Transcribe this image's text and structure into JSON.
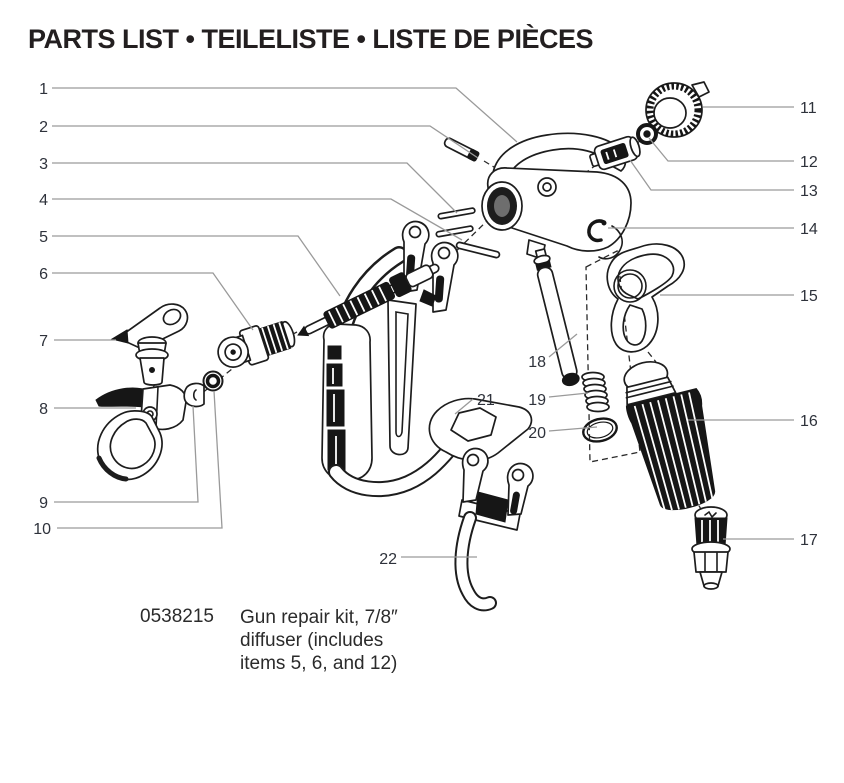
{
  "title": "PARTS LIST • TEILELISTE • LISTE DE PIÈCES",
  "callouts": {
    "c1": "1",
    "c2": "2",
    "c3": "3",
    "c4": "4",
    "c5": "5",
    "c6": "6",
    "c7": "7",
    "c8": "8",
    "c9": "9",
    "c10": "10",
    "c11": "11",
    "c12": "12",
    "c13": "13",
    "c14": "14",
    "c15": "15",
    "c16": "16",
    "c17": "17",
    "c18": "18",
    "c19": "19",
    "c20": "20",
    "c21": "21",
    "c22": "22"
  },
  "note": {
    "part_number": "0538215",
    "line1": "Gun repair kit, 7/8″",
    "line2": "diffuser (includes",
    "line3": "items 5, 6, and 12)"
  },
  "colors": {
    "line_art": "#1d1d1d",
    "leader_line": "#9a9a9a",
    "callout_number": "#2e323b",
    "title_text": "#231f20"
  }
}
